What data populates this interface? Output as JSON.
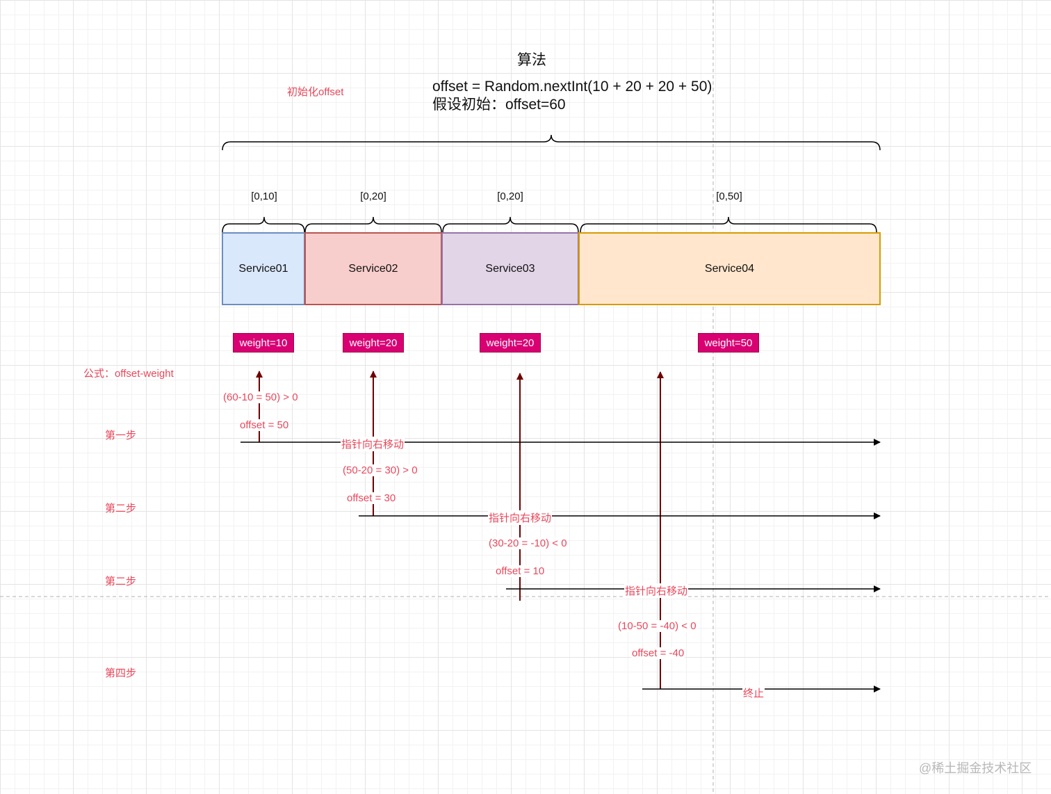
{
  "title": "算法",
  "init_note": "初始化offset",
  "formula_lines": {
    "line1": "offset = Random.nextInt(10 + 20 + 20 + 50)",
    "line2": "假设初始：offset=60"
  },
  "formula_note": "公式：offset-weight",
  "services": [
    {
      "label": "Service01",
      "range": "[0,10]",
      "weight": "weight=10",
      "fill": "#dae8fc",
      "stroke": "#6c8ebf"
    },
    {
      "label": "Service02",
      "range": "[0,20]",
      "weight": "weight=20",
      "fill": "#f8cecc",
      "stroke": "#b85450"
    },
    {
      "label": "Service03",
      "range": "[0,20]",
      "weight": "weight=20",
      "fill": "#e1d5e7",
      "stroke": "#9673a6"
    },
    {
      "label": "Service04",
      "range": "[0,50]",
      "weight": "weight=50",
      "fill": "#ffe6cc",
      "stroke": "#d79b00"
    }
  ],
  "steps": [
    {
      "label": "第一步",
      "calc": "(60-10 = 50) > 0",
      "offset": "offset = 50",
      "move": "指针向右移动"
    },
    {
      "label": "第二步",
      "calc": "(50-20 = 30) > 0",
      "offset": "offset = 30",
      "move": "指针向右移动"
    },
    {
      "label": "第二步",
      "calc": "(30-20 = -10) < 0",
      "offset": "offset = 10",
      "move": "指针向右移动"
    },
    {
      "label": "第四步",
      "calc": "(10-50 = -40) < 0",
      "offset": "offset = -40",
      "move": "终止"
    }
  ],
  "colors": {
    "accent_red": "#e8475a",
    "arrow_dark_red": "#6f0000",
    "weight_tag": "#d80073"
  },
  "watermark": "@稀土掘金技术社区"
}
